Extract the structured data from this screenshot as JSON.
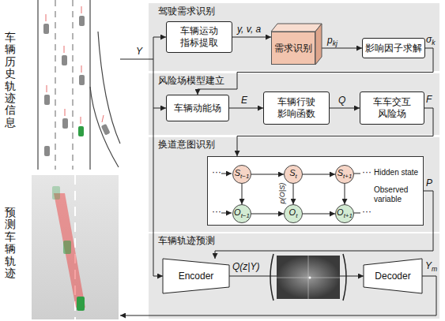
{
  "diagram": {
    "nodes": [
      {
        "text": [
          "驾驶需求识别"
        ]
      },
      {
        "text": [
          "车辆运动指标提取"
        ],
        "in": 0
      },
      {
        "text": [
          "需求识别"
        ],
        "in": 0
      },
      {
        "text": [
          "影响因子求解"
        ],
        "in": 0
      },
      {
        "text": [
          "风险场模型建立"
        ]
      },
      {
        "text": [
          "车辆动能场"
        ],
        "in": 4
      },
      {
        "text": [
          "车辆行驶影响函数"
        ],
        "in": 4
      },
      {
        "text": [
          "车车交互风险场"
        ],
        "in": 4
      },
      {
        "text": [
          "换道意图识别"
        ]
      },
      {
        "text": [
          "Hidden state",
          "Observed variable"
        ],
        "in": 8
      },
      {
        "text": [
          "St−1"
        ],
        "in": 9
      },
      {
        "text": [
          "St"
        ],
        "in": 9
      },
      {
        "text": [
          "St+1"
        ],
        "in": 9
      },
      {
        "text": [
          "Ot−1"
        ],
        "in": 9
      },
      {
        "text": [
          "Ot"
        ],
        "in": 9
      },
      {
        "text": [
          "Ot+1"
        ],
        "in": 9
      },
      {
        "text": [
          "车辆轨迹预测"
        ]
      },
      {
        "text": [
          "Encoder"
        ],
        "in": 16
      },
      {
        "text": [
          "Decoder"
        ],
        "in": 16
      }
    ],
    "edges": [
      {
        "from": 1,
        "to": 2,
        "arrow": "to",
        "label": "y, v, a"
      },
      {
        "from": 2,
        "to": 3,
        "arrow": "to",
        "label": "pkj"
      },
      {
        "from": 3,
        "to": 5,
        "arrow": "to",
        "label": "σk"
      },
      {
        "from": 5,
        "to": 6,
        "arrow": "to",
        "label": "E"
      },
      {
        "from": 6,
        "to": 7,
        "arrow": "to",
        "label": "Q"
      },
      {
        "from": 7,
        "to": 9,
        "arrow": "to",
        "label": "F"
      },
      {
        "from": 10,
        "to": 11,
        "arrow": "to"
      },
      {
        "from": 11,
        "to": 12,
        "arrow": "to"
      },
      {
        "from": 13,
        "to": 14,
        "arrow": "to"
      },
      {
        "from": 14,
        "to": 15,
        "arrow": "to"
      },
      {
        "from": 10,
        "to": 13,
        "arrow": "to"
      },
      {
        "from": 11,
        "to": 14,
        "arrow": "to",
        "label": "p(O|S)"
      },
      {
        "from": 12,
        "to": 15,
        "arrow": "to"
      },
      {
        "from": 9,
        "to": 17,
        "arrow": "to",
        "label": "P"
      },
      {
        "from": 17,
        "to": 18,
        "arrow": "to",
        "label": "Q(z|Y)"
      }
    ],
    "labels": [
      "车辆历史轨迹信息",
      "预测车辆轨迹",
      "Y",
      "Ym",
      "···",
      "···",
      "···",
      "···"
    ]
  }
}
